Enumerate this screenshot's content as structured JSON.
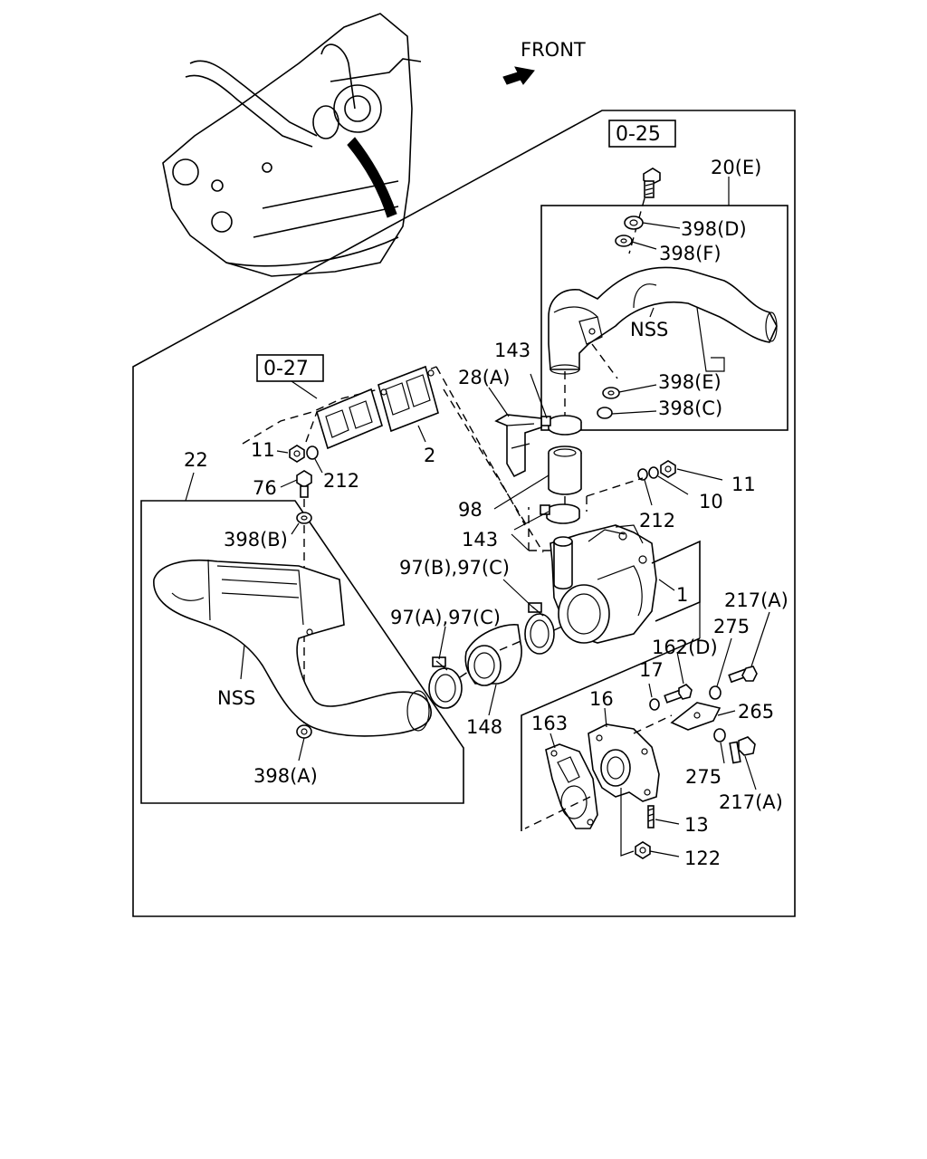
{
  "header": {
    "front_label": "FRONT"
  },
  "reference_boxes": {
    "ref_top": "0-25",
    "ref_left": "0-27"
  },
  "callouts": {
    "c_20E": "20(E)",
    "c_398D": "398(D)",
    "c_398F": "398(F)",
    "c_nss_top": "NSS",
    "c_398E": "398(E)",
    "c_398C": "398(C)",
    "c_143_top": "143",
    "c_28A": "28(A)",
    "c_2": "2",
    "c_11_left": "11",
    "c_212_left": "212",
    "c_22": "22",
    "c_76": "76",
    "c_398B": "398(B)",
    "c_11_right": "11",
    "c_10": "10",
    "c_212_right": "212",
    "c_98": "98",
    "c_143_bottom": "143",
    "c_97BC": "97(B),97(C)",
    "c_1": "1",
    "c_217A_top": "217(A)",
    "c_97AC": "97(A),97(C)",
    "c_275_top": "275",
    "c_162D": "162(D)",
    "c_17": "17",
    "c_nss_left": "NSS",
    "c_16": "16",
    "c_265": "265",
    "c_163": "163",
    "c_148": "148",
    "c_275_bottom": "275",
    "c_398A": "398(A)",
    "c_217A_bottom": "217(A)",
    "c_13": "13",
    "c_122": "122"
  }
}
